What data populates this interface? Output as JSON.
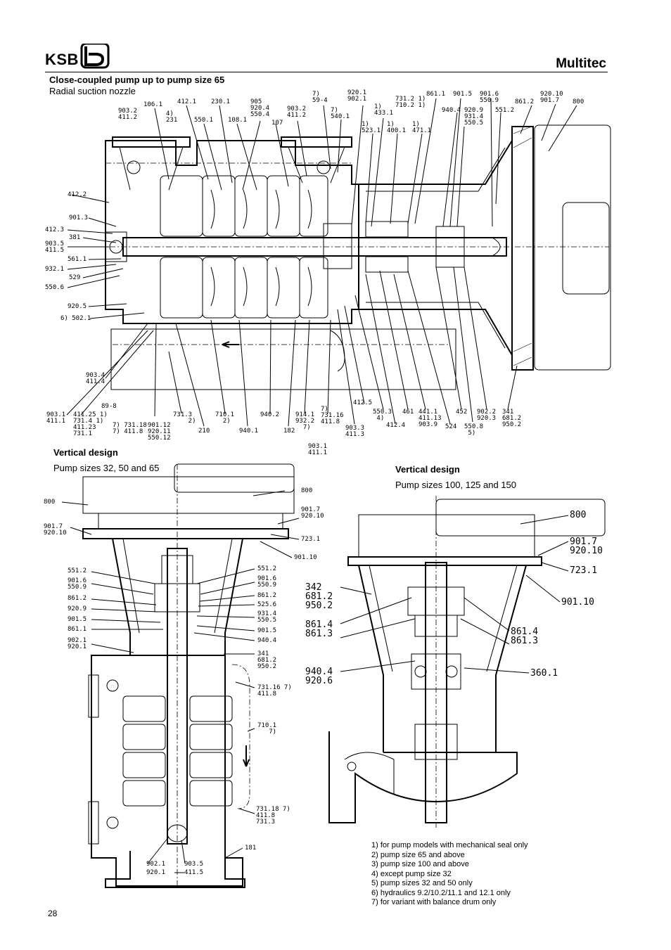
{
  "header": {
    "brand": "KSB",
    "product": "Multitec"
  },
  "section1": {
    "title": "Close-coupled pump up to pump size 65",
    "subtitle": "Radial suction nozzle"
  },
  "section2": {
    "title": "Vertical design",
    "subtitle": "Pump sizes 32, 50 and 65"
  },
  "section3": {
    "title": "Vertical design",
    "subtitle": "Pump sizes 100, 125 and 150"
  },
  "labels_top": {
    "l106_1": "106.1",
    "l412_1": "412.1",
    "l230_1": "230.1",
    "l905": "905\n920.4\n550.4",
    "l903_2a": "903.2\n411.2",
    "l231": "4)\n231",
    "l550_1": "550.1",
    "l108_1": "108.1",
    "l107": "107",
    "l903_2b": "903.2\n411.2",
    "l59_4": "7)\n59-4",
    "l540_1": "7)\n540.1",
    "l920_1": "920.1\n902.1",
    "l433_1": "1)\n433.1",
    "l523_1": "1)\n523.1",
    "l731_2": "731.2 1)\n710.2 1)",
    "l400_1": "1)\n400.1",
    "l471_1": "1)\n471.1",
    "l861_1": "861.1",
    "l901_5": "901.5",
    "l901_6": "901.6\n550.9",
    "l940_4": "940.4",
    "l920_9": "920.9\n931.4\n550.5",
    "l551_2": "551.2",
    "l861_2": "861.2",
    "l920_10": "920.10\n901.7",
    "l800": "800",
    "l412_2": "412.2",
    "l901_3": "901.3",
    "l412_3": "412.3",
    "l381": "381",
    "l903_5": "903.5\n411.5",
    "l561_1": "561.1",
    "l932_1": "932.1",
    "l529": "529",
    "l550_6": "550.6",
    "l920_5": "920.5",
    "l502_1": "6) 502.1",
    "l903_4": "903.4\n411.4",
    "l89_8": "89-8",
    "l903_1": "903.1\n411.1",
    "l411_25": "411.25 1)\n731.4 1)\n411.23\n731.1",
    "l731_18": "7) 731.18\n7) 411.8",
    "l901_12": "901.12\n920.11\n550.12",
    "l731_3": "731.3\n    2)",
    "l210": "210",
    "l710_1": "710.1\n  2)",
    "l940_1": "940.1",
    "l940_2": "940.2",
    "l182": "182",
    "l914_1": "914.1\n932.2\n  7)",
    "l731_16": "7)\n731.16\n411.8",
    "l903_3": "903.3\n411.3",
    "l903_1b": "903.1\n411.1",
    "l412_5": "412.5",
    "l550_3": "550.3\n 4)",
    "l412_4": "412.4",
    "l461": "461",
    "l441_1": "441.1\n411.13\n903.9",
    "l524": "524",
    "l452": "452",
    "l550_8": "550.8\n 5)",
    "l902_2": "902.2\n920.3",
    "l341": "341\n681.2\n950.2"
  },
  "labels_vert1": {
    "l800a": "800",
    "l800b": "800",
    "l901_7a": "901.7\n920.10",
    "l901_7b": "901.7\n920.10",
    "l723_1": "723.1",
    "l901_10": "901.10",
    "l551_2a": "551.2",
    "l551_2b": "551.2",
    "l901_6a": "901.6\n550.9",
    "l901_6b": "901.6\n550.9",
    "l861_2a": "861.2",
    "l861_2b": "861.2",
    "l920_9": "920.9",
    "l525_6": "525.6",
    "l931_4": "931.4\n550.5",
    "l901_5a": "901.5",
    "l901_5b": "901.5",
    "l861_1": "861.1",
    "l940_4": "940.4",
    "l902_1": "902.1\n920.1",
    "l341": "341\n681.2\n950.2",
    "l731_16": "731.16 7)\n411.8",
    "l710_1": "710.1\n   7)",
    "l731_18": "731.18 7)\n411.8\n731.3",
    "l181": "181",
    "l902_1b": "902.1",
    "l903_5": "903.5",
    "l920_1b": "920.1",
    "l411_5": "411.5"
  },
  "labels_vert2": {
    "l800": "800",
    "l901_7": "901.7\n920.10",
    "l723_1": "723.1",
    "l901_10": "901.10",
    "l342": "342\n681.2\n950.2",
    "l861_4a": "861.4\n861.3",
    "l861_4b": "861.4\n861.3",
    "l940_4": "940.4\n920.6",
    "l360_1": "360.1"
  },
  "notes": [
    "1)  for pump models with mechanical seal only",
    "2)  pump size 65 and above",
    "3)  pump size 100 and above",
    "4)  except pump size 32",
    "5)  pump sizes 32 and 50 only",
    "6)  hydraulics 9.2/10.2/11.1 and 12.1 only",
    "7)  for variant with balance drum only"
  ],
  "page_number": "28"
}
